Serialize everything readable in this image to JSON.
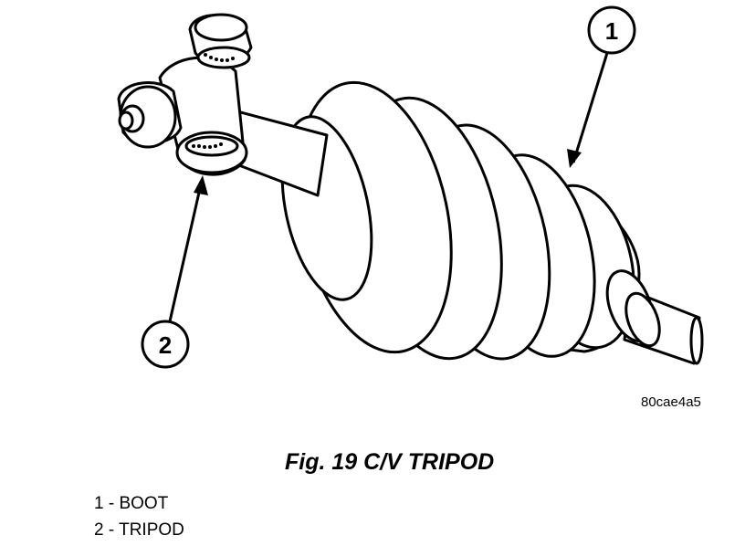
{
  "figure": {
    "reference_code": "80cae4a5",
    "callouts": [
      {
        "number": "1"
      },
      {
        "number": "2"
      }
    ]
  },
  "caption": "Fig. 19 C/V TRIPOD",
  "legend": [
    {
      "text": "1 - BOOT"
    },
    {
      "text": "2 - TRIPOD"
    }
  ]
}
